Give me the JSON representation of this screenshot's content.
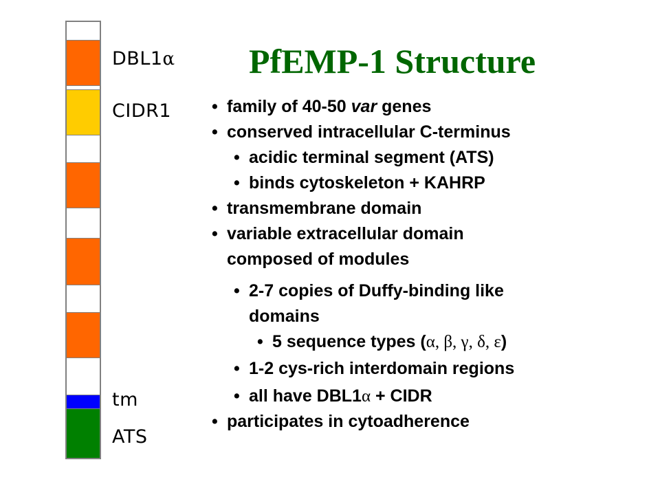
{
  "title": "PfEMP-1 Structure",
  "domain_labels": {
    "dbl1_text": "DBL1",
    "dbl1_greek": "α",
    "cidr1": "CIDR1",
    "tm": "tm",
    "ats": "ATS"
  },
  "colors": {
    "title": "#006600",
    "dbl": "#ff6600",
    "cidr": "#ffcc00",
    "tm": "#0000ff",
    "ats": "#008000",
    "linker": "#ffffff"
  },
  "bullets": {
    "b1_pre": "family of 40-50 ",
    "b1_em": "var",
    "b1_post": " genes",
    "b2": "conserved intracellular C-terminus",
    "b2a": "acidic terminal segment (ATS)",
    "b2b": "binds cytoskeleton + KAHRP",
    "b3": "transmembrane domain",
    "b4_line1": "variable extracellular domain",
    "b4_line2": "composed of modules",
    "b4a_line1": "2-7 copies of Duffy-binding like",
    "b4a_line2": "domains",
    "b4a1_pre": "5 sequence types (",
    "b4a1_greek": "α, β, γ, δ, ε",
    "b4a1_post": ")",
    "b4b": "1-2 cys-rich interdomain regions",
    "b4c_pre": "all have DBL1",
    "b4c_greek": "α",
    "b4c_post": " + CIDR",
    "b5": "participates in cytoadherence"
  }
}
